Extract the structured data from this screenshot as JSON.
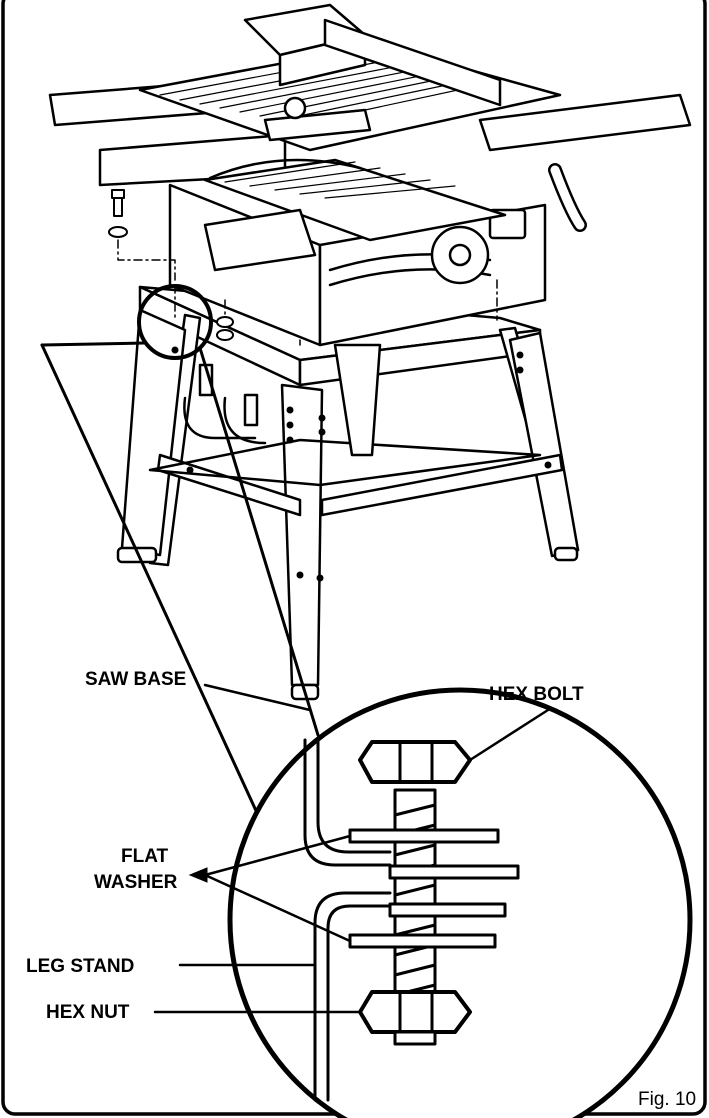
{
  "figure": {
    "caption": "Fig. 10",
    "labels": {
      "hex_bolt": "HEX BOLT",
      "saw_base": "SAW BASE",
      "flat_washer_line1": "FLAT",
      "flat_washer_line2": "WASHER",
      "leg_stand": "LEG STAND",
      "hex_nut": "HEX NUT"
    }
  },
  "colors": {
    "ink": "#000000",
    "paper": "#ffffff"
  }
}
